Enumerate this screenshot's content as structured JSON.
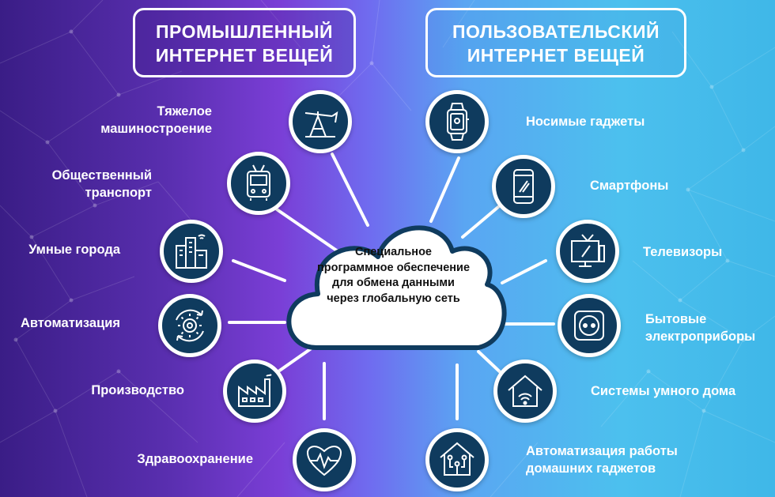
{
  "headers": {
    "industrial": "ПРОМЫШЛЕННЫЙ\nИНТЕРНЕТ ВЕЩЕЙ",
    "consumer": "ПОЛЬЗОВАТЕЛЬСКИЙ\nИНТЕРНЕТ ВЕЩЕЙ"
  },
  "center": {
    "text": "Специальное\nпрограммное обеспечение\nдля обмена данными\nчерез глобальную сеть"
  },
  "industrial_items": [
    {
      "label": "Тяжелое\nмашиностроение",
      "icon": "oil-pump-icon"
    },
    {
      "label": "Общественный\nтранспорт",
      "icon": "trolleybus-icon"
    },
    {
      "label": "Умные города",
      "icon": "city-buildings-icon"
    },
    {
      "label": "Автоматизация",
      "icon": "gear-cycle-icon"
    },
    {
      "label": "Производство",
      "icon": "factory-icon"
    },
    {
      "label": "Здравоохранение",
      "icon": "heart-pulse-icon"
    }
  ],
  "consumer_items": [
    {
      "label": "Носимые гаджеты",
      "icon": "smartwatch-icon"
    },
    {
      "label": "Смартфоны",
      "icon": "smartphone-icon"
    },
    {
      "label": "Телевизоры",
      "icon": "tv-icon"
    },
    {
      "label": "Бытовые\nэлектроприборы",
      "icon": "power-socket-icon"
    },
    {
      "label": "Системы умного дома",
      "icon": "smart-home-icon"
    },
    {
      "label": "Автоматизация работы\nдомашних гаджетов",
      "icon": "home-circuit-icon"
    }
  ],
  "colors": {
    "icon_fill": "#0f3b5e",
    "cloud_border": "#0f3b5e",
    "text": "#ffffff"
  }
}
